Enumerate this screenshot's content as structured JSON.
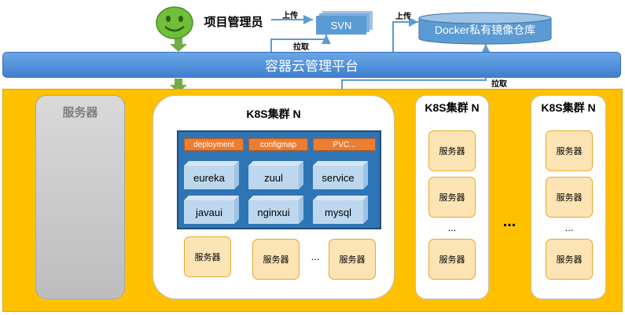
{
  "manager": {
    "label": "项目管理员",
    "icon": "smiley-face-icon"
  },
  "svn": {
    "label": "SVN",
    "push_label": "上传",
    "pull_label": "拉取"
  },
  "docker": {
    "label": "Docker私有镜像仓库",
    "push_label": "上传",
    "pull_label": "拉取"
  },
  "platform": {
    "label": "容器云管理平台"
  },
  "server_column": {
    "label": "服务器"
  },
  "main_cluster": {
    "title": "K8S集群 N",
    "tags": [
      "deployment",
      "configmap",
      "PVC..."
    ],
    "pods": [
      "eureka",
      "zuul",
      "service",
      "javaui",
      "nginxui",
      "mysql"
    ],
    "servers": [
      "服务器",
      "服务器",
      "服务器"
    ],
    "ellipsis": "..."
  },
  "cluster_2": {
    "title": "K8S集群 N",
    "servers": [
      "服务器",
      "服务器",
      "服务器"
    ],
    "ellipsis": "..."
  },
  "between_ellipsis": "...",
  "cluster_3": {
    "title": "K8S集群 N",
    "servers": [
      "服务器",
      "服务器",
      "服务器"
    ],
    "ellipsis": "..."
  },
  "colors": {
    "platform": "#4a8ad8",
    "yard": "#ffc000",
    "pod_blue": "#2e75b6",
    "tag_orange": "#ed7d31",
    "server_fill": "#fce4b4",
    "arrow_green": "#70ad47"
  }
}
